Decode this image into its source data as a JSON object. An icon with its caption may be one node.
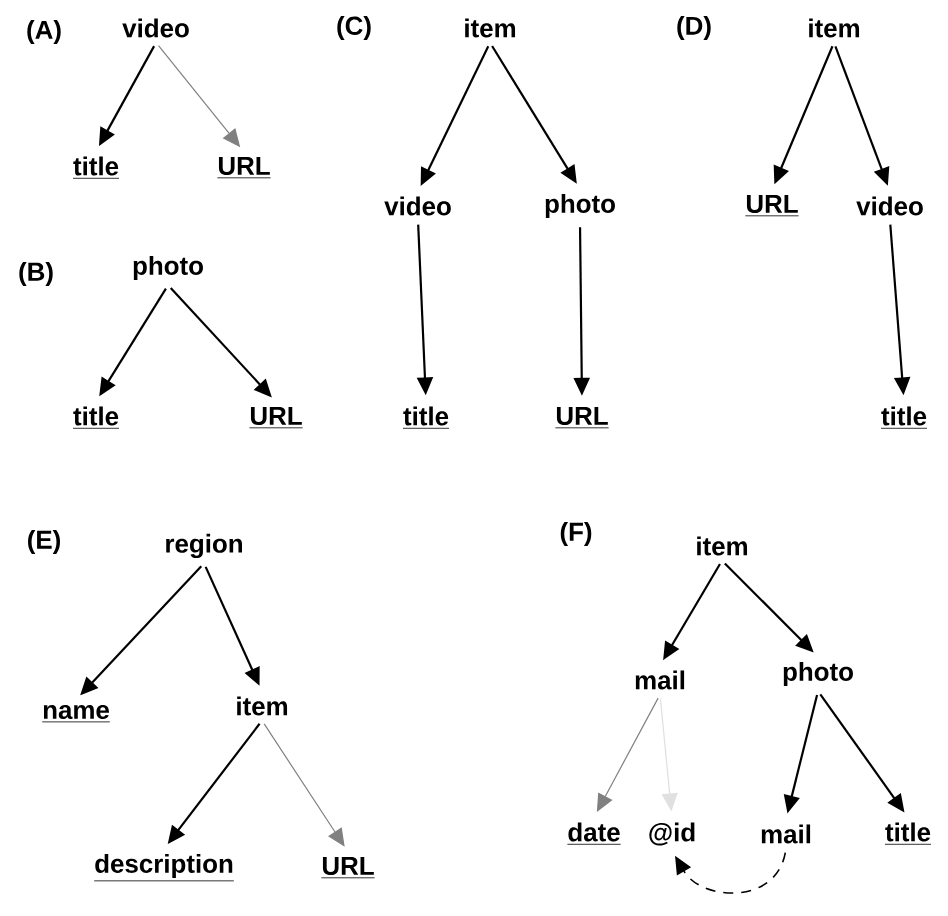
{
  "diagram": {
    "nodes": [
      {
        "text": [
          "video"
        ]
      },
      {
        "text": [
          "title"
        ]
      },
      {
        "text": [
          "URL"
        ]
      },
      {
        "text": [
          "photo"
        ]
      },
      {
        "text": [
          "title"
        ]
      },
      {
        "text": [
          "URL"
        ]
      },
      {
        "text": [
          "item"
        ]
      },
      {
        "text": [
          "video"
        ]
      },
      {
        "text": [
          "photo"
        ]
      },
      {
        "text": [
          "title"
        ]
      },
      {
        "text": [
          "URL"
        ]
      },
      {
        "text": [
          "item"
        ]
      },
      {
        "text": [
          "URL"
        ]
      },
      {
        "text": [
          "video"
        ]
      },
      {
        "text": [
          "title"
        ]
      },
      {
        "text": [
          "region"
        ]
      },
      {
        "text": [
          "name"
        ]
      },
      {
        "text": [
          "item"
        ]
      },
      {
        "text": [
          "description"
        ]
      },
      {
        "text": [
          "URL"
        ]
      },
      {
        "text": [
          "item"
        ]
      },
      {
        "text": [
          "mail"
        ]
      },
      {
        "text": [
          "photo"
        ]
      },
      {
        "text": [
          "date"
        ]
      },
      {
        "text": [
          "@id"
        ]
      },
      {
        "text": [
          "mail"
        ]
      },
      {
        "text": [
          "title"
        ]
      }
    ],
    "edges": [
      {
        "from": 0,
        "to": 1,
        "arrow": "to"
      },
      {
        "from": 0,
        "to": 2,
        "arrow": "to",
        "color": "#808080"
      },
      {
        "from": 3,
        "to": 4,
        "arrow": "to"
      },
      {
        "from": 3,
        "to": 5,
        "arrow": "to"
      },
      {
        "from": 6,
        "to": 7,
        "arrow": "to"
      },
      {
        "from": 6,
        "to": 8,
        "arrow": "to"
      },
      {
        "from": 7,
        "to": 9,
        "arrow": "to"
      },
      {
        "from": 8,
        "to": 10,
        "arrow": "to"
      },
      {
        "from": 11,
        "to": 12,
        "arrow": "to"
      },
      {
        "from": 11,
        "to": 13,
        "arrow": "to"
      },
      {
        "from": 13,
        "to": 14,
        "arrow": "to"
      },
      {
        "from": 15,
        "to": 16,
        "arrow": "to"
      },
      {
        "from": 15,
        "to": 17,
        "arrow": "to"
      },
      {
        "from": 17,
        "to": 18,
        "arrow": "to"
      },
      {
        "from": 17,
        "to": 19,
        "arrow": "to",
        "color": "#808080"
      },
      {
        "from": 20,
        "to": 21,
        "arrow": "to"
      },
      {
        "from": 20,
        "to": 22,
        "arrow": "to"
      },
      {
        "from": 21,
        "to": 23,
        "arrow": "to",
        "color": "#808080"
      },
      {
        "from": 21,
        "to": 24,
        "arrow": "to",
        "color": "#e0e0e0"
      },
      {
        "from": 22,
        "to": 25,
        "arrow": "to"
      },
      {
        "from": 22,
        "to": 26,
        "arrow": "to"
      },
      {
        "from": 25,
        "to": 24,
        "arrow": "to",
        "style": "dashed"
      }
    ],
    "labels": [
      "(A)",
      "(C)",
      "(D)",
      "(B)",
      "(E)",
      "(F)"
    ]
  }
}
